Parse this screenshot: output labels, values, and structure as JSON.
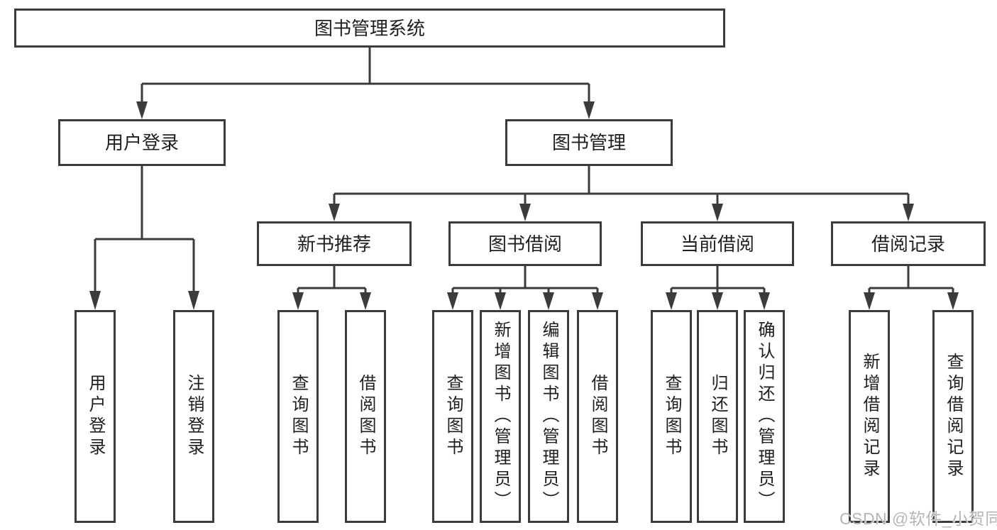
{
  "colors": {
    "line": "#3b3b3b",
    "text": "#1f1f1f",
    "watermark": "#b5b5b5",
    "background": "#ffffff"
  },
  "tree": {
    "label": "图书管理系统",
    "children": [
      {
        "label": "用户登录",
        "children": [
          {
            "label": "用户登录"
          },
          {
            "label": "注销登录"
          }
        ]
      },
      {
        "label": "图书管理",
        "children": [
          {
            "label": "新书推荐",
            "children": [
              {
                "label": "查询图书"
              },
              {
                "label": "借阅图书"
              }
            ]
          },
          {
            "label": "图书借阅",
            "children": [
              {
                "label": "查询图书"
              },
              {
                "label": "新增图书（管理员）"
              },
              {
                "label": "编辑图书（管理员）"
              },
              {
                "label": "借阅图书"
              }
            ]
          },
          {
            "label": "当前借阅",
            "children": [
              {
                "label": "查询图书"
              },
              {
                "label": "归还图书"
              },
              {
                "label": "确认归还（管理员）"
              }
            ]
          },
          {
            "label": "借阅记录",
            "children": [
              {
                "label": "新增借阅记录"
              },
              {
                "label": "查询借阅记录"
              }
            ]
          }
        ]
      }
    ]
  },
  "watermark": {
    "text": "CSDN @软件_小贺同学"
  }
}
